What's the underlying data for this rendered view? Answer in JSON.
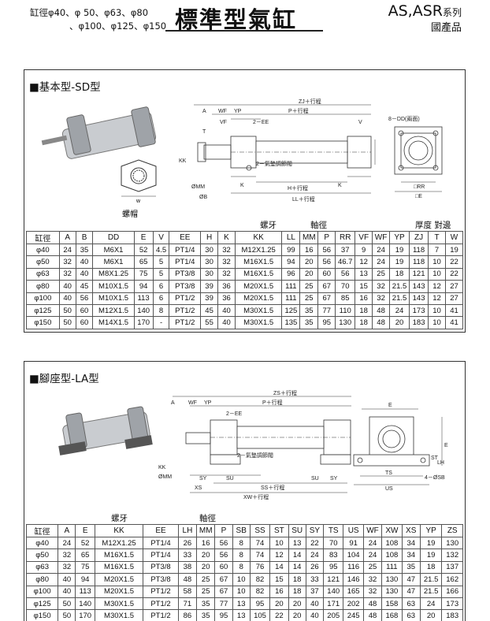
{
  "header": {
    "bore_line1": "缸徑φ40、φ 50、φ63、φ80",
    "bore_line2": "、φ100、φ125、φ150",
    "title": "標準型氣缸",
    "series_main": "AS,ASR",
    "series_suffix": "系列",
    "made_in": "國產品"
  },
  "sd": {
    "title": "■基本型-SD型",
    "nut_label": "螺帽",
    "nut_w_label": "w",
    "dim_labels": {
      "zj": "ZJ＋行程",
      "a": "A",
      "wf": "WF",
      "yp": "YP",
      "p": "P＋行程",
      "vf": "VF",
      "ee": "2－EE",
      "v": "V",
      "t": "T",
      "kk": "KK",
      "mm": "ØMM",
      "b": "ØB",
      "k": "K",
      "h": "H＋行程",
      "ll": "LL＋行程",
      "valve": "2－氣墊調節閥",
      "dd": "8－DD(兩面)",
      "rr": "□RR",
      "e": "□E"
    },
    "group_labels": {
      "thread": "螺牙",
      "shaft": "軸徑",
      "wrench": "厚度 對邊"
    },
    "headers": [
      "缸徑",
      "A",
      "B",
      "DD",
      "E",
      "V",
      "EE",
      "H",
      "K",
      "KK",
      "LL",
      "MM",
      "P",
      "RR",
      "VF",
      "WF",
      "YP",
      "ZJ",
      "T",
      "W"
    ],
    "rows": [
      [
        "φ40",
        "24",
        "35",
        "M6X1",
        "52",
        "4.5",
        "PT1/4",
        "30",
        "32",
        "M12X1.25",
        "99",
        "16",
        "56",
        "37",
        "9",
        "24",
        "19",
        "118",
        "7",
        "19"
      ],
      [
        "φ50",
        "32",
        "40",
        "M6X1",
        "65",
        "5",
        "PT1/4",
        "30",
        "32",
        "M16X1.5",
        "94",
        "20",
        "56",
        "46.7",
        "12",
        "24",
        "19",
        "118",
        "10",
        "22"
      ],
      [
        "φ63",
        "32",
        "40",
        "M8X1.25",
        "75",
        "5",
        "PT3/8",
        "30",
        "32",
        "M16X1.5",
        "96",
        "20",
        "60",
        "56",
        "13",
        "25",
        "18",
        "121",
        "10",
        "22"
      ],
      [
        "φ80",
        "40",
        "45",
        "M10X1.5",
        "94",
        "6",
        "PT3/8",
        "39",
        "36",
        "M20X1.5",
        "111",
        "25",
        "67",
        "70",
        "15",
        "32",
        "21.5",
        "143",
        "12",
        "27"
      ],
      [
        "φ100",
        "40",
        "56",
        "M10X1.5",
        "113",
        "6",
        "PT1/2",
        "39",
        "36",
        "M20X1.5",
        "111",
        "25",
        "67",
        "85",
        "16",
        "32",
        "21.5",
        "143",
        "12",
        "27"
      ],
      [
        "φ125",
        "50",
        "60",
        "M12X1.5",
        "140",
        "8",
        "PT1/2",
        "45",
        "40",
        "M30X1.5",
        "125",
        "35",
        "77",
        "110",
        "18",
        "48",
        "24",
        "173",
        "10",
        "41"
      ],
      [
        "φ150",
        "50",
        "60",
        "M14X1.5",
        "170",
        "-",
        "PT1/2",
        "55",
        "40",
        "M30X1.5",
        "135",
        "35",
        "95",
        "130",
        "18",
        "48",
        "20",
        "183",
        "10",
        "41"
      ]
    ]
  },
  "la": {
    "title": "■腳座型-LA型",
    "dim_labels": {
      "zs": "ZS＋行程",
      "a": "A",
      "wf": "WF",
      "yp": "YP",
      "p": "P＋行程",
      "ee": "2－EE",
      "valve": "2－氣墊調節閥",
      "kk": "KK",
      "mm": "ØMM",
      "sy": "SY",
      "su": "SU",
      "xs": "XS",
      "ss": "SS＋行程",
      "xw": "XW＋行程",
      "e": "E",
      "st": "ST",
      "lh": "LH",
      "ts": "TS",
      "us": "US",
      "sb": "4－ØSB"
    },
    "group_labels": {
      "thread": "螺牙",
      "shaft": "軸徑"
    },
    "headers": [
      "缸徑",
      "A",
      "E",
      "KK",
      "EE",
      "LH",
      "MM",
      "P",
      "SB",
      "SS",
      "ST",
      "SU",
      "SY",
      "TS",
      "US",
      "WF",
      "XW",
      "XS",
      "YP",
      "ZS"
    ],
    "rows": [
      [
        "φ40",
        "24",
        "52",
        "M12X1.25",
        "PT1/4",
        "26",
        "16",
        "56",
        "8",
        "74",
        "10",
        "13",
        "22",
        "70",
        "91",
        "24",
        "108",
        "34",
        "19",
        "130"
      ],
      [
        "φ50",
        "32",
        "65",
        "M16X1.5",
        "PT1/4",
        "33",
        "20",
        "56",
        "8",
        "74",
        "12",
        "14",
        "24",
        "83",
        "104",
        "24",
        "108",
        "34",
        "19",
        "132"
      ],
      [
        "φ63",
        "32",
        "75",
        "M16X1.5",
        "PT3/8",
        "38",
        "20",
        "60",
        "8",
        "76",
        "14",
        "14",
        "26",
        "95",
        "116",
        "25",
        "111",
        "35",
        "18",
        "137"
      ],
      [
        "φ80",
        "40",
        "94",
        "M20X1.5",
        "PT3/8",
        "48",
        "25",
        "67",
        "10",
        "82",
        "15",
        "18",
        "33",
        "121",
        "146",
        "32",
        "130",
        "47",
        "21.5",
        "162"
      ],
      [
        "φ100",
        "40",
        "113",
        "M20X1.5",
        "PT1/2",
        "58",
        "25",
        "67",
        "10",
        "82",
        "16",
        "18",
        "37",
        "140",
        "165",
        "32",
        "130",
        "47",
        "21.5",
        "166"
      ],
      [
        "φ125",
        "50",
        "140",
        "M30X1.5",
        "PT1/2",
        "71",
        "35",
        "77",
        "13",
        "95",
        "20",
        "20",
        "40",
        "171",
        "202",
        "48",
        "158",
        "63",
        "24",
        "173"
      ],
      [
        "φ150",
        "50",
        "170",
        "M30X1.5",
        "PT1/2",
        "86",
        "35",
        "95",
        "13",
        "105",
        "22",
        "20",
        "40",
        "205",
        "245",
        "48",
        "168",
        "63",
        "20",
        "183"
      ]
    ]
  }
}
